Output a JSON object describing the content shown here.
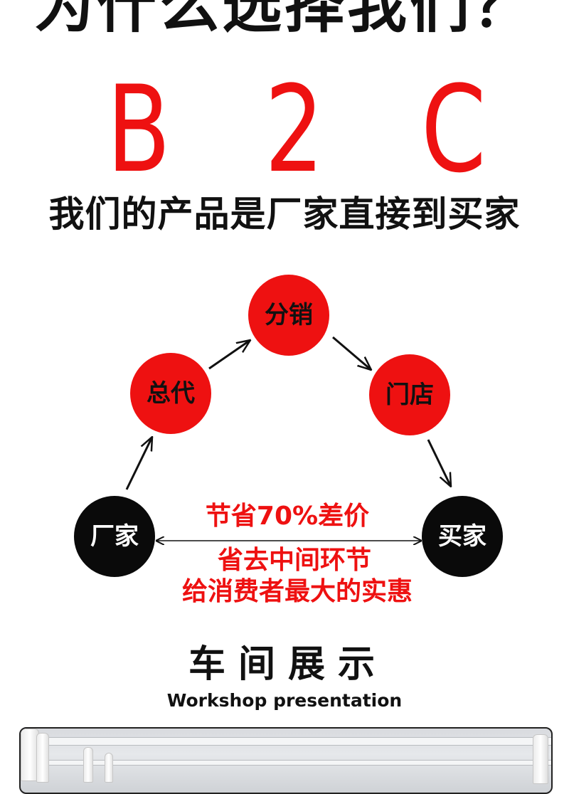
{
  "headline": "为什么选择我们？",
  "model": {
    "letters": [
      "B",
      "2",
      "C"
    ],
    "color": "#ee1111"
  },
  "tagline": "我们的产品是厂家直接到买家",
  "diagram": {
    "nodes": {
      "fenxiao": "分销",
      "zongdai": "总代",
      "mendian": "门店",
      "changjia": "厂家",
      "maijia": "买家"
    },
    "saving": "节省70%差价",
    "benefit_line1": "省去中间环节",
    "benefit_line2": "给消费者最大的实惠",
    "colors": {
      "red_node": "#ee1111",
      "black_node": "#0a0a0a",
      "accent_text": "#ee1111"
    }
  },
  "section": {
    "title": "车间展示",
    "subtitle": "Workshop presentation"
  }
}
